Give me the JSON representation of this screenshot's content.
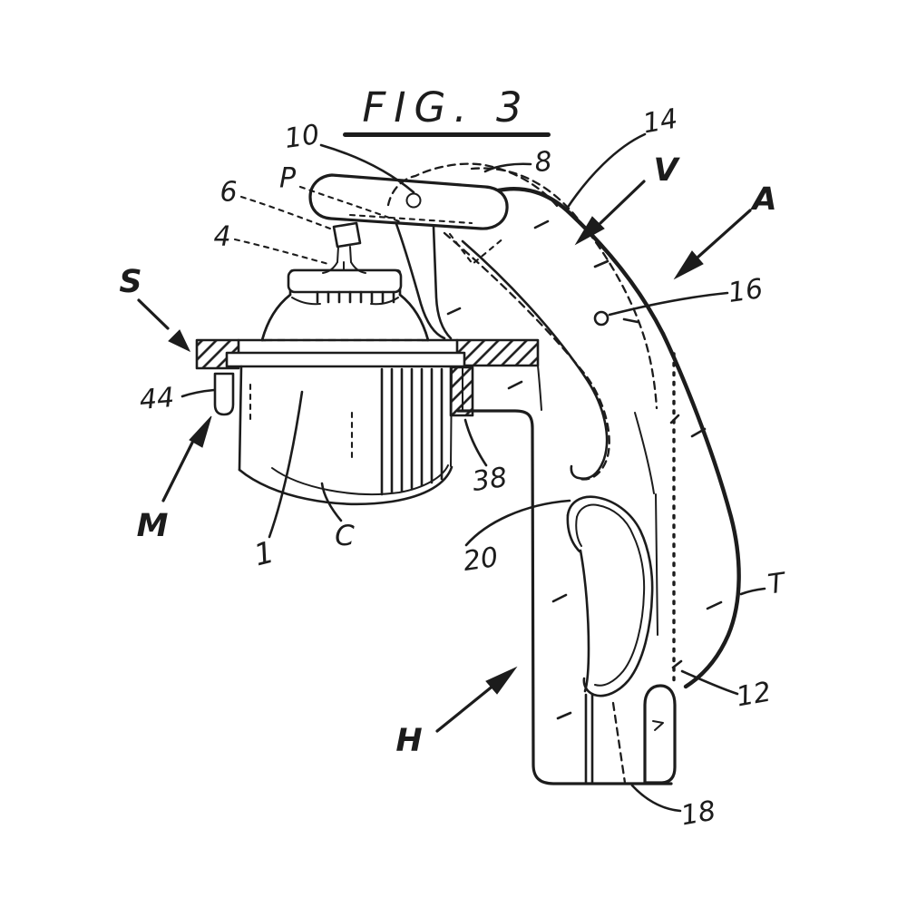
{
  "title": "FIG. 3",
  "labels": [
    {
      "id": "10",
      "text": "10"
    },
    {
      "id": "8",
      "text": "8"
    },
    {
      "id": "P",
      "text": "P"
    },
    {
      "id": "6",
      "text": "6"
    },
    {
      "id": "4",
      "text": "4"
    },
    {
      "id": "14",
      "text": "14"
    },
    {
      "id": "V",
      "text": "V"
    },
    {
      "id": "A",
      "text": "A"
    },
    {
      "id": "16",
      "text": "16"
    },
    {
      "id": "S",
      "text": "S"
    },
    {
      "id": "44",
      "text": "44"
    },
    {
      "id": "M",
      "text": "M"
    },
    {
      "id": "1",
      "text": "1"
    },
    {
      "id": "C",
      "text": "C"
    },
    {
      "id": "38",
      "text": "38"
    },
    {
      "id": "20",
      "text": "20"
    },
    {
      "id": "T",
      "text": "T"
    },
    {
      "id": "12",
      "text": "12"
    },
    {
      "id": "H",
      "text": "H"
    },
    {
      "id": "18",
      "text": "18"
    }
  ],
  "colors": {
    "ink": "#1c1c1c",
    "paper": "#ffffff"
  }
}
